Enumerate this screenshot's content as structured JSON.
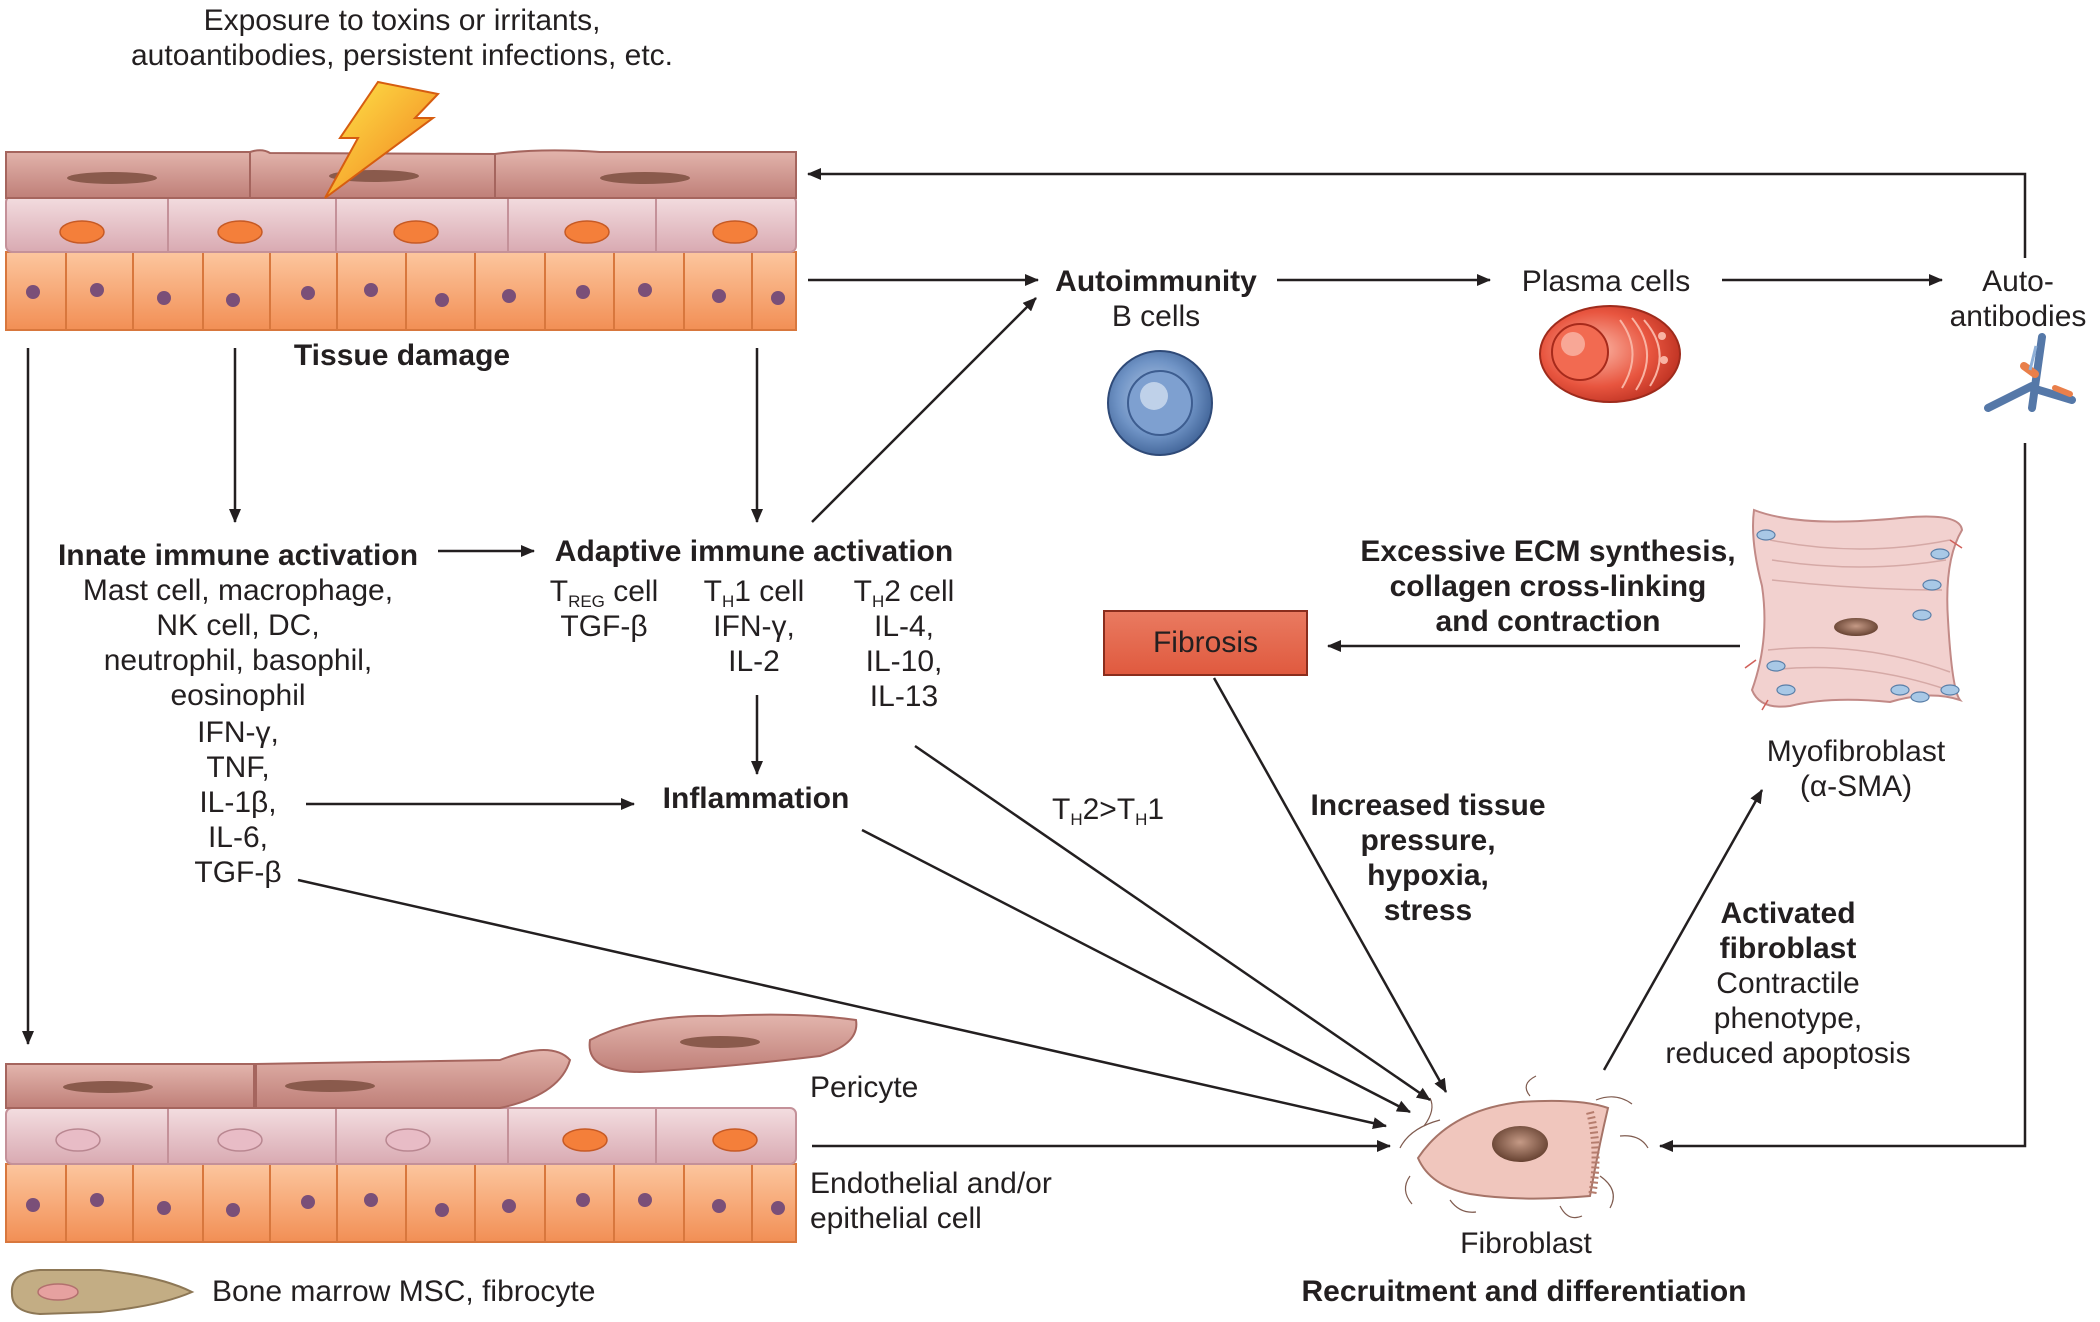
{
  "exposure": {
    "line1": "Exposure to toxins or irritants,",
    "line2": "autoantibodies, persistent infections, etc."
  },
  "tissue_damage": "Tissue damage",
  "autoimmunity": {
    "title": "Autoimmunity",
    "sub": "B cells"
  },
  "plasma_cells": "Plasma cells",
  "autoantibodies": {
    "line1": "Auto-",
    "line2": "antibodies"
  },
  "innate": {
    "title": "Innate immune activation",
    "cells": [
      "Mast cell, macrophage,",
      "NK cell, DC,",
      "neutrophil, basophil,",
      "eosinophil"
    ],
    "cytokines": [
      "IFN-γ,",
      "TNF,",
      "IL-1β,",
      "IL-6,",
      "TGF-β"
    ]
  },
  "adaptive": {
    "title": "Adaptive immune activation",
    "treg": {
      "prefix": "T",
      "sub": "REG",
      "suffix": " cell",
      "items": [
        "TGF-β"
      ]
    },
    "th1": {
      "prefix": "T",
      "sub": "H",
      "suffix": "1 cell",
      "items": [
        "IFN-γ,",
        "IL-2"
      ]
    },
    "th2": {
      "prefix": "T",
      "sub": "H",
      "suffix": "2 cell",
      "items": [
        "IL-4,",
        "IL-10,",
        "IL-13"
      ]
    }
  },
  "inflammation": "Inflammation",
  "th_ratio": {
    "t1": "T",
    "s1": "H",
    "mid": "2>T",
    "s2": "H",
    "end": "1"
  },
  "ecm": [
    "Excessive ECM synthesis,",
    "collagen cross-linking",
    "and contraction"
  ],
  "fibrosis": "Fibrosis",
  "myofibroblast": {
    "line1": "Myofibroblast",
    "line2": "(α-SMA)"
  },
  "pressure": [
    "Increased tissue",
    "pressure,",
    "hypoxia,",
    "stress"
  ],
  "activated": {
    "title1": "Activated",
    "title2": "fibroblast",
    "lines": [
      "Contractile",
      "phenotype,",
      "reduced apoptosis"
    ]
  },
  "pericyte": "Pericyte",
  "endothelial": {
    "line1": "Endothelial and/or",
    "line2": "epithelial cell"
  },
  "msc": "Bone marrow MSC, fibrocyte",
  "fibroblast": "Fibroblast",
  "recruitment": "Recruitment and differentiation",
  "colors": {
    "tissue_top": "#c98e86",
    "tissue_mid": "#e9c8cd",
    "tissue_bottom": "#f6a66f",
    "plasma": "#e8553f",
    "bcell": "#5f85bd",
    "fibrosis_box": "#e46a4f"
  }
}
